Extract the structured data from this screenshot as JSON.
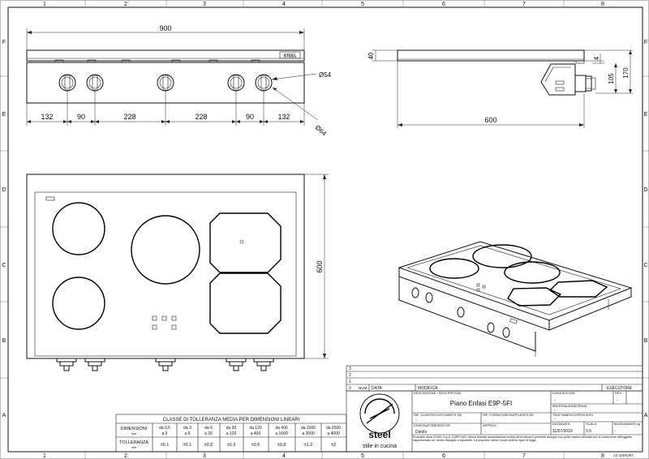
{
  "frame": {
    "columns": [
      "1",
      "2",
      "3",
      "4",
      "5",
      "6",
      "7",
      "8"
    ],
    "rows": [
      "F",
      "E",
      "D",
      "C",
      "B",
      "A"
    ]
  },
  "front_view": {
    "total_width": "900",
    "segments": [
      "132",
      "90",
      "228",
      "228",
      "90",
      "132"
    ],
    "knob_diameter": "Ø54",
    "knob_ring_diameter": "Ø64",
    "brand_plate": "STEEL"
  },
  "side_view": {
    "depth": "600",
    "height_top": "40",
    "gap": "4",
    "height_knob": "105",
    "height_total": "170"
  },
  "top_view": {
    "depth": "600"
  },
  "revisions": {
    "rows": [
      "3",
      "2",
      "1",
      "0"
    ],
    "col_num": "NUM",
    "col_date": "DATA",
    "col_mod": "MODIFICA",
    "col_exec": "ESECUTORE"
  },
  "title_block": {
    "desc_label": "DESCRIZIONE / DESCRIPTION",
    "desc_value": "Piano Enfasi E9P-5FI",
    "code_label": "CODICE/CODE",
    "code_value": "-",
    "rev_label": "REV.",
    "rev_value": "-",
    "mat_label": "MATERIALE/MATERIAL",
    "mat_value": "-",
    "client_label": "RIF. CLIENTE/CUSTOMER'S RE.",
    "client_value": "-",
    "supplier_label": "RIF. FORNITORE/SUPPLIER'S RE.",
    "supplier_value": "-",
    "treat_label": "TRATTAMENTO/PROCESS",
    "treat_value": "-",
    "drawn_label": "DISEGNATORE/EDITOR",
    "drawn_value": "Danilo",
    "appr_label": "APPROV.",
    "appr_value": "-",
    "date_label": "DATA/DATE",
    "date_value": "11/07/2019",
    "scale_label": "SCALA",
    "scale_value": "1:5",
    "mass_label": "MASSA/MASS kg",
    "mass_value": "-",
    "legal": "Proprieta' della STEEL S.p.A. CARPI MO. Senza formale autorizzazione scritta del la stessa il presente disegno non potra' essere utilizzato per la costruzione dell'oggetto rappresentato ne' venire divulgato o riprodotto. La proprieta' tutela i propri diritti ai rigori di legge.",
    "logo_text": "steel",
    "tagline": "stile in cucina",
    "sheet_size": "A3 420X297"
  },
  "tolerance": {
    "title": "CLASSE DI TOLLERANZA MEDIA PER DIMENSIONI LINEARI",
    "row1_label": "DIMENSIONI",
    "row1_unit": "mm",
    "row2_label": "TOLLERANZA",
    "row2_unit": "mm",
    "ranges": [
      [
        "da 0,5",
        "a 3"
      ],
      [
        "da 3",
        "a 6"
      ],
      [
        "da 6",
        "a 30"
      ],
      [
        "da 30",
        "a 120"
      ],
      [
        "da 120",
        "a 400"
      ],
      [
        "da 400",
        "a 1000"
      ],
      [
        "da 1000",
        "a 2000"
      ],
      [
        "da 2000",
        "a 4000"
      ]
    ],
    "values": [
      "±0.1",
      "±0.1",
      "±0.2",
      "±0.3",
      "±0.5",
      "±0.8",
      "±1.2",
      "±2"
    ]
  }
}
